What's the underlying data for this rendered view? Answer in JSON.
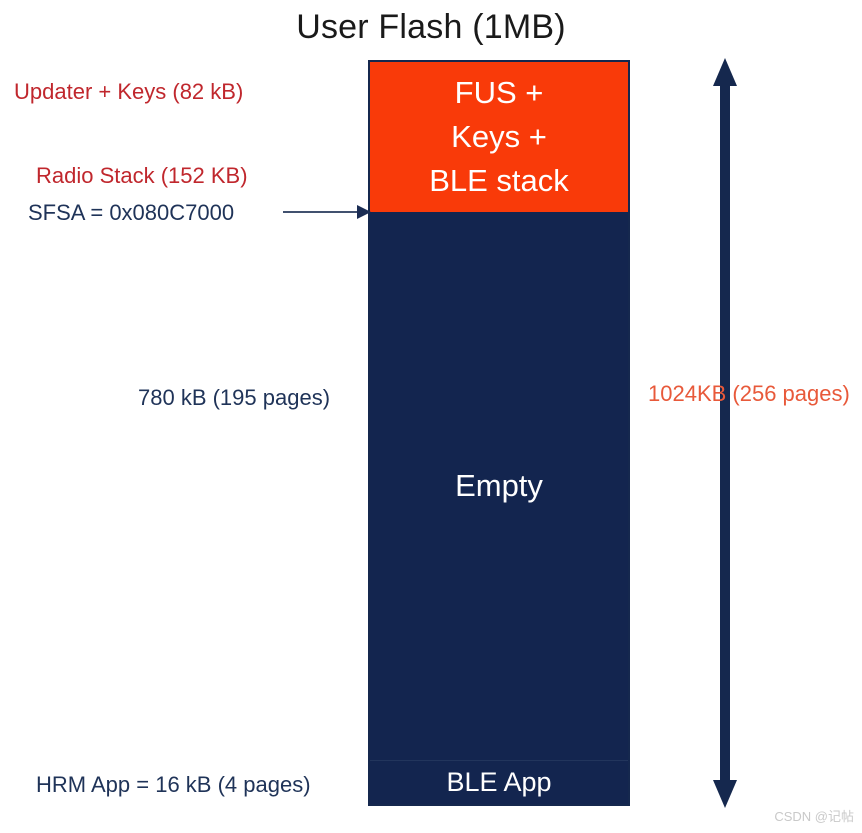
{
  "title": "User Flash (1MB)",
  "colors": {
    "background": "#ffffff",
    "flash_border": "#15284e",
    "region_fus": "#f93a09",
    "region_empty": "#13254f",
    "label_red": "#c0272d",
    "label_navy": "#1f3358",
    "label_orange": "#e8593a",
    "arrow_navy": "#15284e",
    "watermark": "#c9c9c9"
  },
  "flash_map": {
    "regions": [
      {
        "name": "fus-keys-ble-stack",
        "lines": [
          "FUS +",
          "Keys +",
          "BLE stack"
        ],
        "fill": "#f93a09"
      },
      {
        "name": "empty",
        "lines": [
          "Empty"
        ],
        "fill": "#13254f"
      },
      {
        "name": "ble-app",
        "lines": [
          "BLE App"
        ],
        "fill": "#13254f"
      }
    ]
  },
  "annotations": {
    "updater_keys": "Updater + Keys (82 kB)",
    "radio_stack": "Radio Stack (152 KB)",
    "sfsa": "SFSA = 0x080C7000",
    "empty_size": "780 kB (195 pages)",
    "hrm_app": "HRM App = 16 kB (4 pages)",
    "total_size": "1024KB (256 pages)"
  },
  "watermark": "CSDN @记帖"
}
